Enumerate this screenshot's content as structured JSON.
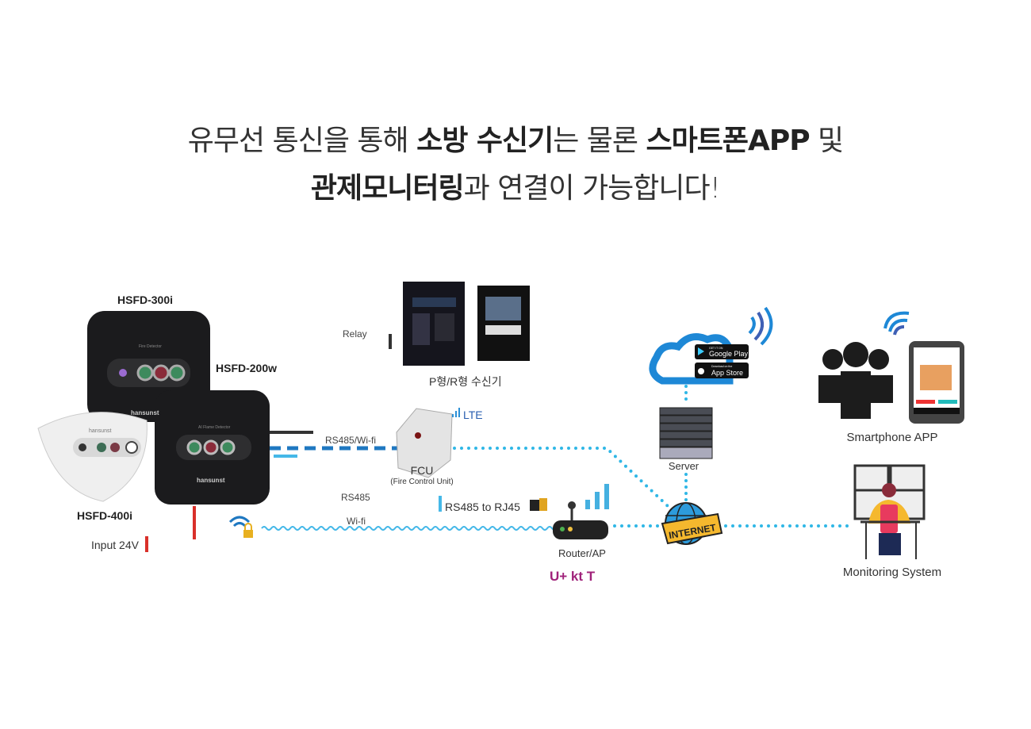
{
  "headline": {
    "line1": [
      {
        "text": "유무선 통신을 통해 ",
        "bold": false
      },
      {
        "text": "소방 수신기",
        "bold": true
      },
      {
        "text": "는 물론 ",
        "bold": false
      },
      {
        "text": "스마트폰APP",
        "bold": true
      },
      {
        "text": " 및",
        "bold": false
      }
    ],
    "line2": [
      {
        "text": "관제모니터링",
        "bold": true
      },
      {
        "text": "과 연결이 가능합니다!",
        "bold": false
      }
    ]
  },
  "devices": {
    "hsfd300i": {
      "label": "HSFD-300i",
      "panel_text": "Fire Detector",
      "brand": "hansunst"
    },
    "hsfd200w": {
      "label": "HSFD-200w",
      "panel_text": "AI Flame Detector",
      "brand": "hansunst"
    },
    "hsfd400i": {
      "label": "HSFD-400i",
      "brand": "hansunst"
    }
  },
  "links": {
    "relay": "Relay",
    "rs485_wifi": "RS485/Wi-fi",
    "rs485": "RS485",
    "wifi": "Wi-fi",
    "input": "Input 24V"
  },
  "nodes": {
    "receiver": "P형/R형 수신기",
    "fcu": "FCU",
    "fcu_sub": "(Fire Control Unit)",
    "lte": "LTE",
    "rj45": "RS485 to RJ45",
    "router": "Router/AP",
    "carriers": "U+ kt T",
    "server": "Server",
    "internet": "INTERNET",
    "smartphone": "Smartphone APP",
    "monitoring": "Monitoring System",
    "google_play_small": "GET IT ON",
    "google_play": "Google Play",
    "app_store_small": "Download on the",
    "app_store": "App Store"
  },
  "colors": {
    "relay_line": "#333333",
    "dashed_line": "#1f78c1",
    "dotted_line": "#2fb7e6",
    "rs485_line": "#45b8e8",
    "power_line": "#d9302a",
    "internet_banner": "#f5b82e"
  }
}
